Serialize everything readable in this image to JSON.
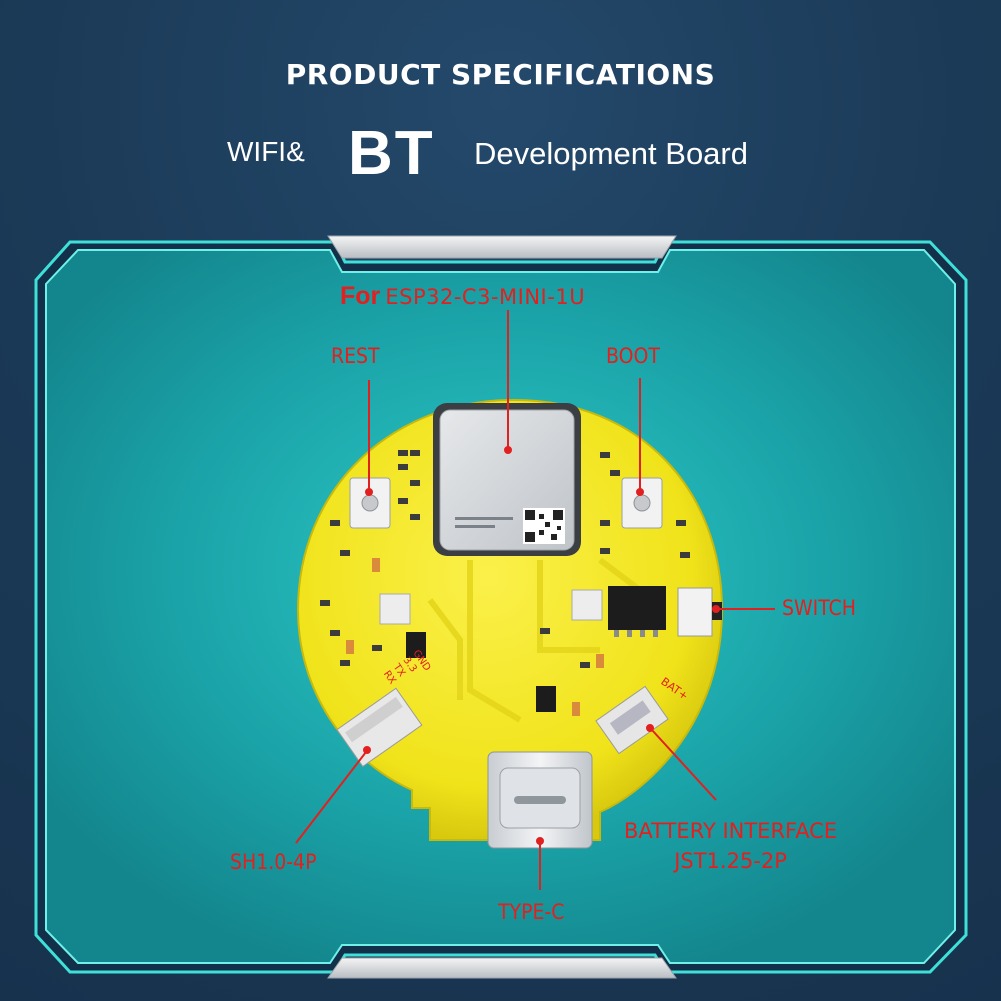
{
  "header": {
    "title": "PRODUCT SPECIFICATIONS",
    "subtitle_left": "WIFI&",
    "subtitle_highlight": "BT",
    "subtitle_right": "Development Board"
  },
  "labels": {
    "for_word": "For",
    "module": "ESP32-C3-MINI-1U",
    "rest": "REST",
    "boot": "BOOT",
    "switch": "SWITCH",
    "connector": "SH1.0-4P",
    "battery_line1": "BATTERY INTERFACE",
    "battery_line2": "JST1.25-2P",
    "type_c": "TYPE-C"
  },
  "board_silkscreen": {
    "pins": [
      "GND",
      "3.3",
      "TX",
      "RX"
    ],
    "battery_mark": "BAT+"
  },
  "colors": {
    "background": "#1b3a57",
    "panel": "#1aa3a8",
    "panel_border": "#3ee0d8",
    "pcb": "#f2e61c",
    "label_red": "#e2201f",
    "title_white": "#ffffff"
  }
}
